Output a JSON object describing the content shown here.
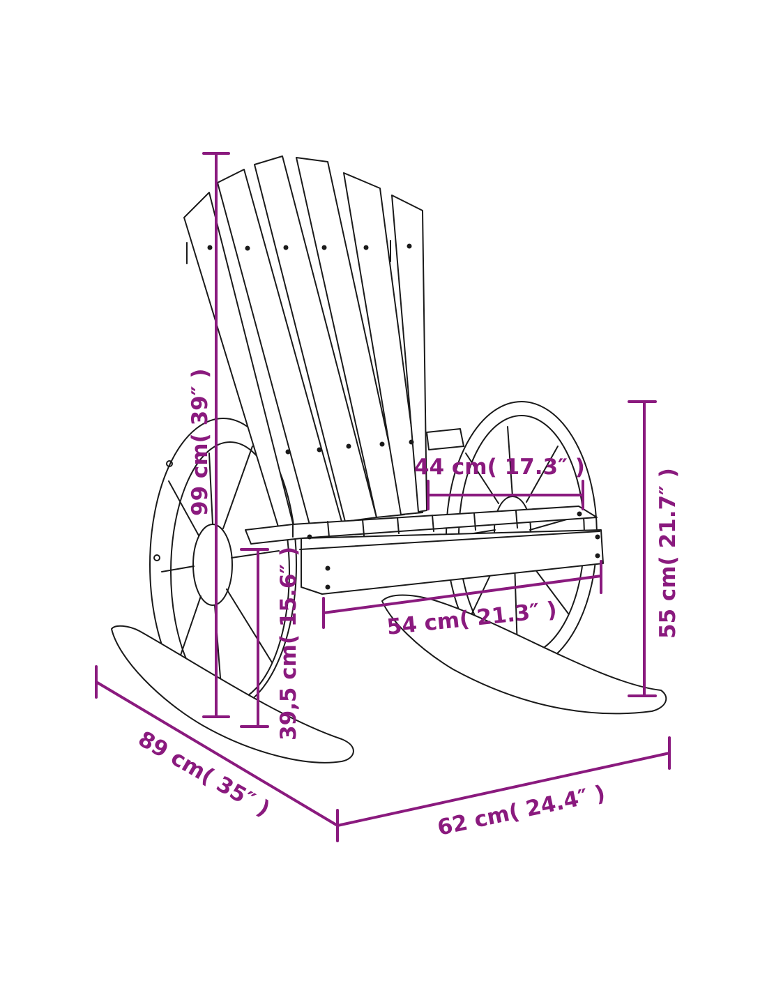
{
  "colors": {
    "dimension": "#8a1a7e",
    "outline": "#1a1a1a",
    "background": "#ffffff"
  },
  "dimensions": {
    "total_height": "99 cm( 39″ )",
    "seat_depth": "44 cm( 17.3″ )",
    "seat_width": "54 cm( 21.3″ )",
    "seat_height": "39,5 cm( 15.6″ )",
    "armrest_height": "55 cm( 21.7″ )",
    "total_depth": "89 cm( 35″ )",
    "total_width": "62 cm( 24.4″ )"
  }
}
